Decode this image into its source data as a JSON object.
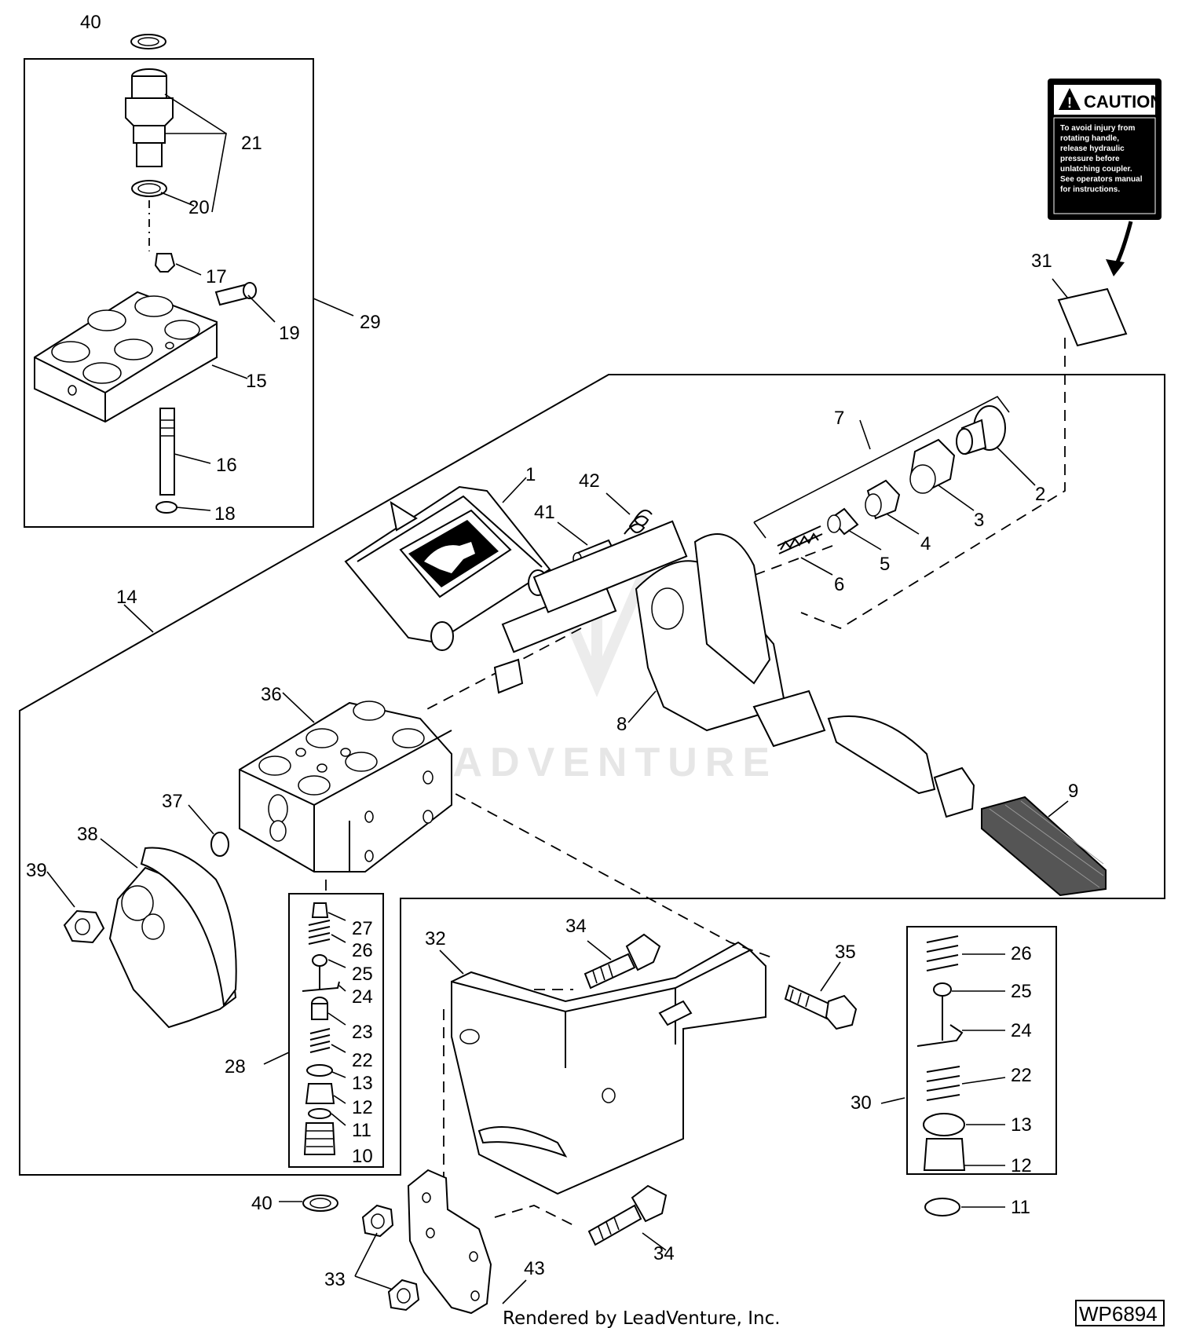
{
  "watermark": "LEADVENTURE",
  "credit": "Rendered by LeadVenture, Inc.",
  "figure_id": "WP6894",
  "caution_decal": {
    "title": "CAUTION",
    "lines": [
      "To avoid injury from",
      "rotating handle,",
      "release hydraulic",
      "pressure before",
      "unlatching coupler.",
      "See operators manual",
      "for instructions."
    ]
  },
  "callouts": [
    {
      "id": "c40a",
      "label": "40"
    },
    {
      "id": "c21",
      "label": "21"
    },
    {
      "id": "c20",
      "label": "20"
    },
    {
      "id": "c17",
      "label": "17"
    },
    {
      "id": "c19",
      "label": "19"
    },
    {
      "id": "c29",
      "label": "29"
    },
    {
      "id": "c15",
      "label": "15"
    },
    {
      "id": "c16",
      "label": "16"
    },
    {
      "id": "c18",
      "label": "18"
    },
    {
      "id": "c31",
      "label": "31"
    },
    {
      "id": "c7",
      "label": "7"
    },
    {
      "id": "c2",
      "label": "2"
    },
    {
      "id": "c3",
      "label": "3"
    },
    {
      "id": "c4",
      "label": "4"
    },
    {
      "id": "c5",
      "label": "5"
    },
    {
      "id": "c6",
      "label": "6"
    },
    {
      "id": "c1",
      "label": "1"
    },
    {
      "id": "c42",
      "label": "42"
    },
    {
      "id": "c41",
      "label": "41"
    },
    {
      "id": "c14",
      "label": "14"
    },
    {
      "id": "c8",
      "label": "8"
    },
    {
      "id": "c36",
      "label": "36"
    },
    {
      "id": "c9",
      "label": "9"
    },
    {
      "id": "c37",
      "label": "37"
    },
    {
      "id": "c38",
      "label": "38"
    },
    {
      "id": "c39",
      "label": "39"
    },
    {
      "id": "c27",
      "label": "27"
    },
    {
      "id": "c26a",
      "label": "26"
    },
    {
      "id": "c25a",
      "label": "25"
    },
    {
      "id": "c24a",
      "label": "24"
    },
    {
      "id": "c23",
      "label": "23"
    },
    {
      "id": "c22a",
      "label": "22"
    },
    {
      "id": "c13a",
      "label": "13"
    },
    {
      "id": "c12a",
      "label": "12"
    },
    {
      "id": "c11a",
      "label": "11"
    },
    {
      "id": "c10",
      "label": "10"
    },
    {
      "id": "c28",
      "label": "28"
    },
    {
      "id": "c32",
      "label": "32"
    },
    {
      "id": "c34a",
      "label": "34"
    },
    {
      "id": "c35",
      "label": "35"
    },
    {
      "id": "c26b",
      "label": "26"
    },
    {
      "id": "c25b",
      "label": "25"
    },
    {
      "id": "c24b",
      "label": "24"
    },
    {
      "id": "c22b",
      "label": "22"
    },
    {
      "id": "c13b",
      "label": "13"
    },
    {
      "id": "c12b",
      "label": "12"
    },
    {
      "id": "c11b",
      "label": "11"
    },
    {
      "id": "c30",
      "label": "30"
    },
    {
      "id": "c40b",
      "label": "40"
    },
    {
      "id": "c34b",
      "label": "34"
    },
    {
      "id": "c33",
      "label": "33"
    },
    {
      "id": "c43",
      "label": "43"
    }
  ]
}
